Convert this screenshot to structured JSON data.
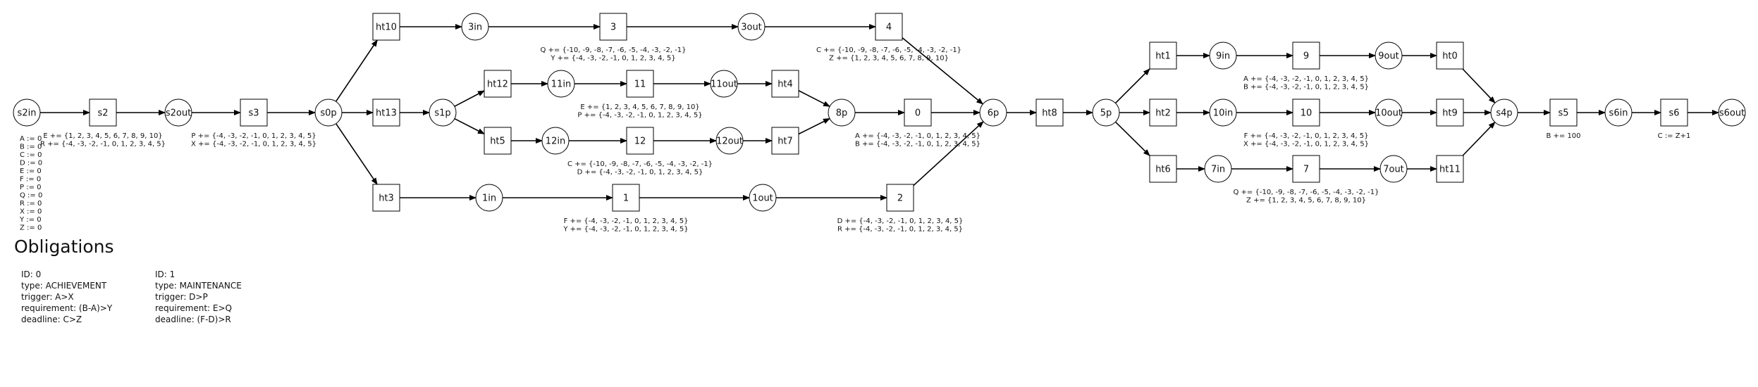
{
  "nodes": [
    {
      "id": "s2in",
      "label": "s2in",
      "shape": "circle"
    },
    {
      "id": "s2",
      "label": "s2",
      "shape": "box"
    },
    {
      "id": "s2out",
      "label": "s2out",
      "shape": "circle"
    },
    {
      "id": "s3",
      "label": "s3",
      "shape": "box"
    },
    {
      "id": "s0p",
      "label": "s0p",
      "shape": "circle"
    },
    {
      "id": "ht10",
      "label": "ht10",
      "shape": "box"
    },
    {
      "id": "ht13",
      "label": "ht13",
      "shape": "box"
    },
    {
      "id": "ht3",
      "label": "ht3",
      "shape": "box"
    },
    {
      "id": "3in",
      "label": "3in",
      "shape": "circle"
    },
    {
      "id": "3",
      "label": "3",
      "shape": "box"
    },
    {
      "id": "3out",
      "label": "3out",
      "shape": "circle"
    },
    {
      "id": "4",
      "label": "4",
      "shape": "box"
    },
    {
      "id": "s1p",
      "label": "s1p",
      "shape": "circle"
    },
    {
      "id": "ht12",
      "label": "ht12",
      "shape": "box"
    },
    {
      "id": "ht5",
      "label": "ht5",
      "shape": "box"
    },
    {
      "id": "11in",
      "label": "11in",
      "shape": "circle"
    },
    {
      "id": "11",
      "label": "11",
      "shape": "box"
    },
    {
      "id": "11out",
      "label": "11out",
      "shape": "circle"
    },
    {
      "id": "ht4",
      "label": "ht4",
      "shape": "box"
    },
    {
      "id": "12in",
      "label": "12in",
      "shape": "circle"
    },
    {
      "id": "12",
      "label": "12",
      "shape": "box"
    },
    {
      "id": "12out",
      "label": "12out",
      "shape": "circle"
    },
    {
      "id": "ht7",
      "label": "ht7",
      "shape": "box"
    },
    {
      "id": "8p",
      "label": "8p",
      "shape": "circle"
    },
    {
      "id": "0",
      "label": "0",
      "shape": "box"
    },
    {
      "id": "1in",
      "label": "1in",
      "shape": "circle"
    },
    {
      "id": "1",
      "label": "1",
      "shape": "box"
    },
    {
      "id": "1out",
      "label": "1out",
      "shape": "circle"
    },
    {
      "id": "2",
      "label": "2",
      "shape": "box"
    },
    {
      "id": "6p",
      "label": "6p",
      "shape": "circle"
    },
    {
      "id": "ht8",
      "label": "ht8",
      "shape": "box"
    },
    {
      "id": "5p",
      "label": "5p",
      "shape": "circle"
    },
    {
      "id": "ht1",
      "label": "ht1",
      "shape": "box"
    },
    {
      "id": "9in",
      "label": "9in",
      "shape": "circle"
    },
    {
      "id": "9",
      "label": "9",
      "shape": "box"
    },
    {
      "id": "9out",
      "label": "9out",
      "shape": "circle"
    },
    {
      "id": "ht0",
      "label": "ht0",
      "shape": "box"
    },
    {
      "id": "ht2",
      "label": "ht2",
      "shape": "box"
    },
    {
      "id": "10in",
      "label": "10in",
      "shape": "circle"
    },
    {
      "id": "10",
      "label": "10",
      "shape": "box"
    },
    {
      "id": "10out",
      "label": "10out",
      "shape": "circle"
    },
    {
      "id": "ht9",
      "label": "ht9",
      "shape": "box"
    },
    {
      "id": "ht6",
      "label": "ht6",
      "shape": "box"
    },
    {
      "id": "7in",
      "label": "7in",
      "shape": "circle"
    },
    {
      "id": "7",
      "label": "7",
      "shape": "box"
    },
    {
      "id": "7out",
      "label": "7out",
      "shape": "circle"
    },
    {
      "id": "ht11",
      "label": "ht11",
      "shape": "box"
    },
    {
      "id": "s4p",
      "label": "s4p",
      "shape": "circle"
    },
    {
      "id": "s5",
      "label": "s5",
      "shape": "box"
    },
    {
      "id": "s6in",
      "label": "s6in",
      "shape": "circle"
    },
    {
      "id": "s6",
      "label": "s6",
      "shape": "box"
    },
    {
      "id": "s6out",
      "label": "s6out",
      "shape": "circle"
    }
  ],
  "edges": [
    [
      "s2in",
      "s2"
    ],
    [
      "s2",
      "s2out"
    ],
    [
      "s2out",
      "s3"
    ],
    [
      "s3",
      "s0p"
    ],
    [
      "s0p",
      "ht10"
    ],
    [
      "s0p",
      "ht13"
    ],
    [
      "s0p",
      "ht3"
    ],
    [
      "ht10",
      "3in"
    ],
    [
      "3in",
      "3"
    ],
    [
      "3",
      "3out"
    ],
    [
      "3out",
      "4"
    ],
    [
      "4",
      "6p"
    ],
    [
      "ht13",
      "s1p"
    ],
    [
      "s1p",
      "ht12"
    ],
    [
      "s1p",
      "ht5"
    ],
    [
      "ht12",
      "11in"
    ],
    [
      "11in",
      "11"
    ],
    [
      "11",
      "11out"
    ],
    [
      "11out",
      "ht4"
    ],
    [
      "ht4",
      "8p"
    ],
    [
      "ht5",
      "12in"
    ],
    [
      "12in",
      "12"
    ],
    [
      "12",
      "12out"
    ],
    [
      "12out",
      "ht7"
    ],
    [
      "ht7",
      "8p"
    ],
    [
      "8p",
      "0"
    ],
    [
      "0",
      "6p"
    ],
    [
      "ht3",
      "1in"
    ],
    [
      "1in",
      "1"
    ],
    [
      "1",
      "1out"
    ],
    [
      "1out",
      "2"
    ],
    [
      "2",
      "6p"
    ],
    [
      "6p",
      "ht8"
    ],
    [
      "ht8",
      "5p"
    ],
    [
      "5p",
      "ht1"
    ],
    [
      "5p",
      "ht2"
    ],
    [
      "5p",
      "ht6"
    ],
    [
      "ht1",
      "9in"
    ],
    [
      "9in",
      "9"
    ],
    [
      "9",
      "9out"
    ],
    [
      "9out",
      "ht0"
    ],
    [
      "ht0",
      "s4p"
    ],
    [
      "ht2",
      "10in"
    ],
    [
      "10in",
      "10"
    ],
    [
      "10",
      "10out"
    ],
    [
      "10out",
      "ht9"
    ],
    [
      "ht9",
      "s4p"
    ],
    [
      "ht6",
      "7in"
    ],
    [
      "7in",
      "7"
    ],
    [
      "7",
      "7out"
    ],
    [
      "7out",
      "ht11"
    ],
    [
      "ht11",
      "s4p"
    ],
    [
      "s4p",
      "s5"
    ],
    [
      "s5",
      "s6in"
    ],
    [
      "s6in",
      "s6"
    ],
    [
      "s6",
      "s6out"
    ]
  ],
  "annotations": [
    {
      "node": "3",
      "lines": [
        "Q += {-10, -9, -8, -7, -6, -5, -4, -3, -2, -1}",
        "Y += {-4, -3, -2, -1, 0, 1, 2, 3, 4, 5}"
      ]
    },
    {
      "node": "4",
      "lines": [
        "C += {-10, -9, -8, -7, -6, -5, -4, -3, -2, -1}",
        "Z += {1, 2, 3, 4, 5, 6, 7, 8, 9, 10}"
      ]
    },
    {
      "node": "s2",
      "lines": [
        "E += {1, 2, 3, 4, 5, 6, 7, 8, 9, 10}",
        "R += {-4, -3, -2, -1, 0, 1, 2, 3, 4, 5}"
      ]
    },
    {
      "node": "s3",
      "lines": [
        "P += {-4, -3, -2, -1, 0, 1, 2, 3, 4, 5}",
        "X += {-4, -3, -2, -1, 0, 1, 2, 3, 4, 5}"
      ]
    },
    {
      "node": "11",
      "lines": [
        "E += {1, 2, 3, 4, 5, 6, 7, 8, 9, 10}",
        "P += {-4, -3, -2, -1, 0, 1, 2, 3, 4, 5}"
      ]
    },
    {
      "node": "12",
      "lines": [
        "C += {-10, -9, -8, -7, -6, -5, -4, -3, -2, -1}",
        "D += {-4, -3, -2, -1, 0, 1, 2, 3, 4, 5}"
      ]
    },
    {
      "node": "0",
      "lines": [
        "A += {-4, -3, -2, -1, 0, 1, 2, 3, 4, 5}",
        "B += {-4, -3, -2, -1, 0, 1, 2, 3, 4, 5}"
      ]
    },
    {
      "node": "1",
      "lines": [
        "F += {-4, -3, -2, -1, 0, 1, 2, 3, 4, 5}",
        "Y += {-4, -3, -2, -1, 0, 1, 2, 3, 4, 5}"
      ]
    },
    {
      "node": "2",
      "lines": [
        "D += {-4, -3, -2, -1, 0, 1, 2, 3, 4, 5}",
        "R += {-4, -3, -2, -1, 0, 1, 2, 3, 4, 5}"
      ]
    },
    {
      "node": "9",
      "lines": [
        "A += {-4, -3, -2, -1, 0, 1, 2, 3, 4, 5}",
        "B += {-4, -3, -2, -1, 0, 1, 2, 3, 4, 5}"
      ]
    },
    {
      "node": "10",
      "lines": [
        "F += {-4, -3, -2, -1, 0, 1, 2, 3, 4, 5}",
        "X += {-4, -3, -2, -1, 0, 1, 2, 3, 4, 5}"
      ]
    },
    {
      "node": "7",
      "lines": [
        "Q += {-10, -9, -8, -7, -6, -5, -4, -3, -2, -1}",
        "Z += {1, 2, 3, 4, 5, 6, 7, 8, 9, 10}"
      ]
    },
    {
      "node": "s5",
      "lines": [
        "B += 100"
      ]
    },
    {
      "node": "s6",
      "lines": [
        "C := Z+1"
      ]
    }
  ],
  "initial_values": [
    "A := 0",
    "B := 0",
    "C := 0",
    "D := 0",
    "E := 0",
    "F := 0",
    "P := 0",
    "Q := 0",
    "R := 0",
    "X := 0",
    "Y := 0",
    "Z := 0"
  ],
  "obligations": {
    "title": "Obligations",
    "items": [
      {
        "id": "ID: 0",
        "type": "type: ACHIEVEMENT",
        "trigger": "trigger: A>X",
        "requirement": "requirement: (B-A)>Y",
        "deadline": "deadline: C>Z"
      },
      {
        "id": "ID: 1",
        "type": "type: MAINTENANCE",
        "trigger": "trigger: D>P",
        "requirement": "requirement: E>Q",
        "deadline": "deadline: (F-D)>R"
      }
    ]
  }
}
